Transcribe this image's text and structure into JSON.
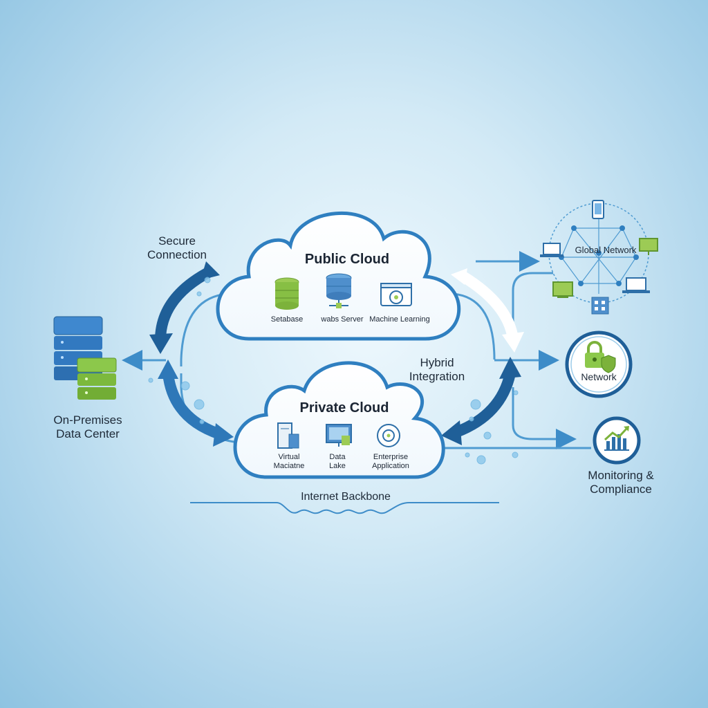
{
  "public_cloud": {
    "title": "Public Cloud",
    "items": [
      {
        "label": "Setabase",
        "icon": "database-icon"
      },
      {
        "label": "wabs Server",
        "icon": "server-icon"
      },
      {
        "label": "Machine Learning",
        "icon": "brain-screen-icon"
      }
    ]
  },
  "private_cloud": {
    "title": "Private Cloud",
    "items": [
      {
        "label": "Virtual\nMaciatne",
        "icon": "virtual-machine-icon"
      },
      {
        "label": "Data\nLake",
        "icon": "data-lake-icon"
      },
      {
        "label": "Enterprise\nApplication",
        "icon": "brain-gear-icon"
      }
    ]
  },
  "labels": {
    "secure_connection": "Secure\nConnection",
    "hybrid_integration": "Hybrid\nIntegration",
    "on_premises": "On-Premises\nData Center",
    "global_network": "Global Network",
    "network": "Network",
    "monitoring": "Monitoring &\nCompliance",
    "internet_backbone": "Internet Backbone"
  },
  "colors": {
    "primary_blue": "#2f7fc0",
    "dark_blue": "#235f96",
    "green": "#7cc043"
  }
}
